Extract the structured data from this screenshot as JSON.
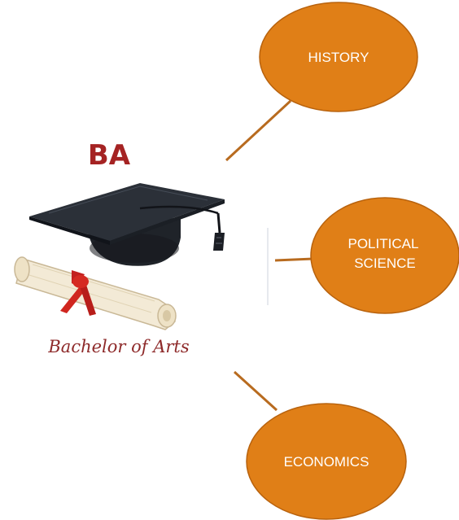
{
  "badge": {
    "title": "BA",
    "caption": "Bachelor of Arts",
    "icon": "graduation-cap-and-diploma",
    "title_color": "#A52323",
    "caption_color": "#8E2A2A"
  },
  "nodes": [
    {
      "id": "history",
      "lines": [
        "HISTORY"
      ]
    },
    {
      "id": "political-science",
      "lines": [
        "POLITICAL",
        "SCIENCE"
      ]
    },
    {
      "id": "economics",
      "lines": [
        "ECONOMICS"
      ]
    }
  ],
  "colors": {
    "bubble_fill": "#E07F17",
    "bubble_stroke": "#B8620D",
    "connector": "#B86B1F",
    "bubble_text": "#FFFFFF"
  }
}
